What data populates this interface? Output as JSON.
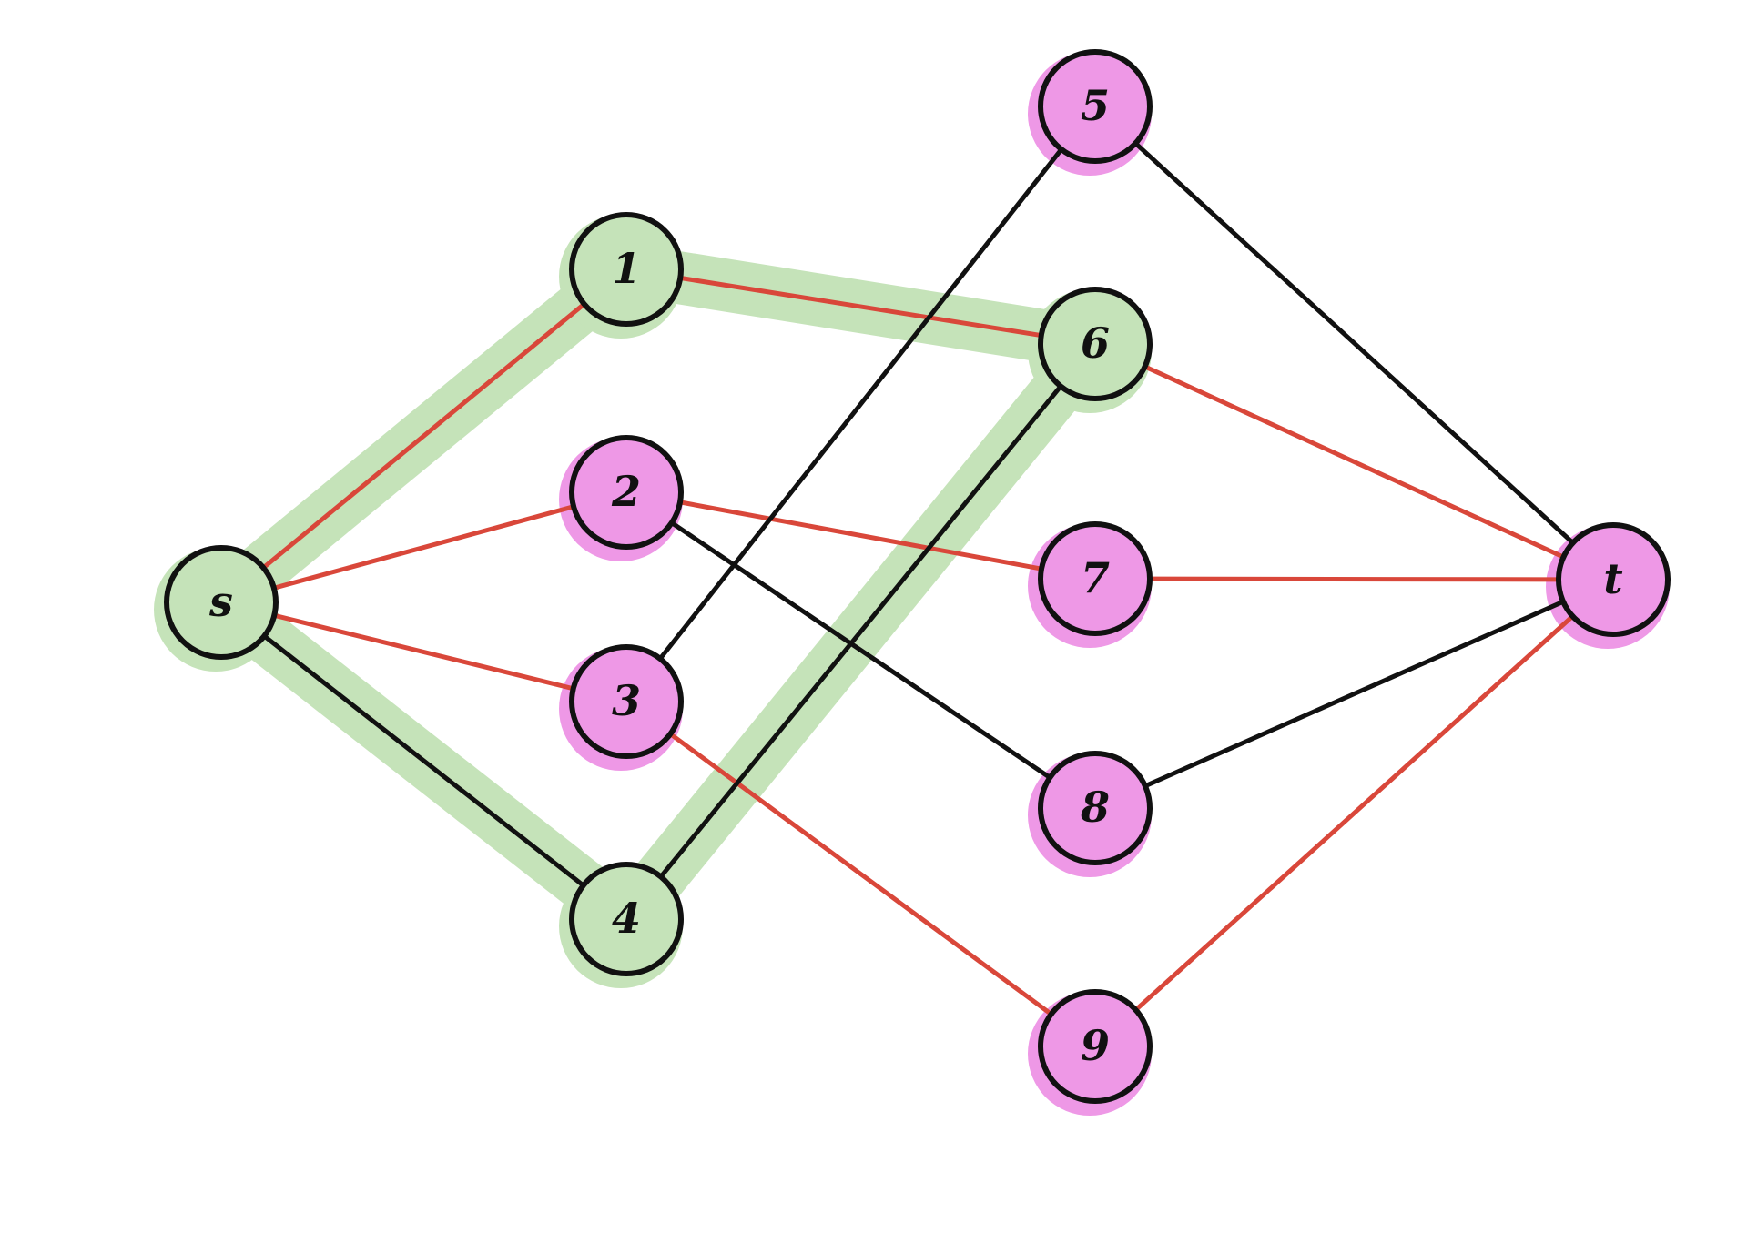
{
  "colors": {
    "green_node": "#c5e3b9",
    "green_highlight": "#c5e3b9",
    "green_dot": "#9ccc8c",
    "pink_node": "#ee98e6",
    "red_edge": "#d9473a",
    "black_edge": "#111111",
    "node_stroke": "#111111"
  },
  "nodes": [
    {
      "id": "s",
      "label": "s",
      "group": "green"
    },
    {
      "id": "n1",
      "label": "1",
      "group": "green"
    },
    {
      "id": "n2",
      "label": "2",
      "group": "pink"
    },
    {
      "id": "n3",
      "label": "3",
      "group": "pink"
    },
    {
      "id": "n4",
      "label": "4",
      "group": "green"
    },
    {
      "id": "n5",
      "label": "5",
      "group": "pink"
    },
    {
      "id": "n6",
      "label": "6",
      "group": "green"
    },
    {
      "id": "n7",
      "label": "7",
      "group": "pink"
    },
    {
      "id": "n8",
      "label": "8",
      "group": "pink"
    },
    {
      "id": "n9",
      "label": "9",
      "group": "pink"
    },
    {
      "id": "t",
      "label": "t",
      "group": "pink"
    }
  ],
  "edges": [
    {
      "from": "s",
      "to": "n1",
      "color": "red"
    },
    {
      "from": "s",
      "to": "n2",
      "color": "red"
    },
    {
      "from": "s",
      "to": "n3",
      "color": "red"
    },
    {
      "from": "s",
      "to": "n4",
      "color": "black"
    },
    {
      "from": "n1",
      "to": "n6",
      "color": "red"
    },
    {
      "from": "n2",
      "to": "n7",
      "color": "red"
    },
    {
      "from": "n2",
      "to": "n8",
      "color": "black"
    },
    {
      "from": "n3",
      "to": "n5",
      "color": "black"
    },
    {
      "from": "n3",
      "to": "n9",
      "color": "red"
    },
    {
      "from": "n4",
      "to": "n6",
      "color": "black"
    },
    {
      "from": "n5",
      "to": "t",
      "color": "black"
    },
    {
      "from": "n6",
      "to": "t",
      "color": "red"
    },
    {
      "from": "n7",
      "to": "t",
      "color": "red"
    },
    {
      "from": "n8",
      "to": "t",
      "color": "black"
    },
    {
      "from": "n9",
      "to": "t",
      "color": "red"
    }
  ],
  "highlighted_path": [
    "n6",
    "n1",
    "s",
    "n4",
    "n6"
  ]
}
